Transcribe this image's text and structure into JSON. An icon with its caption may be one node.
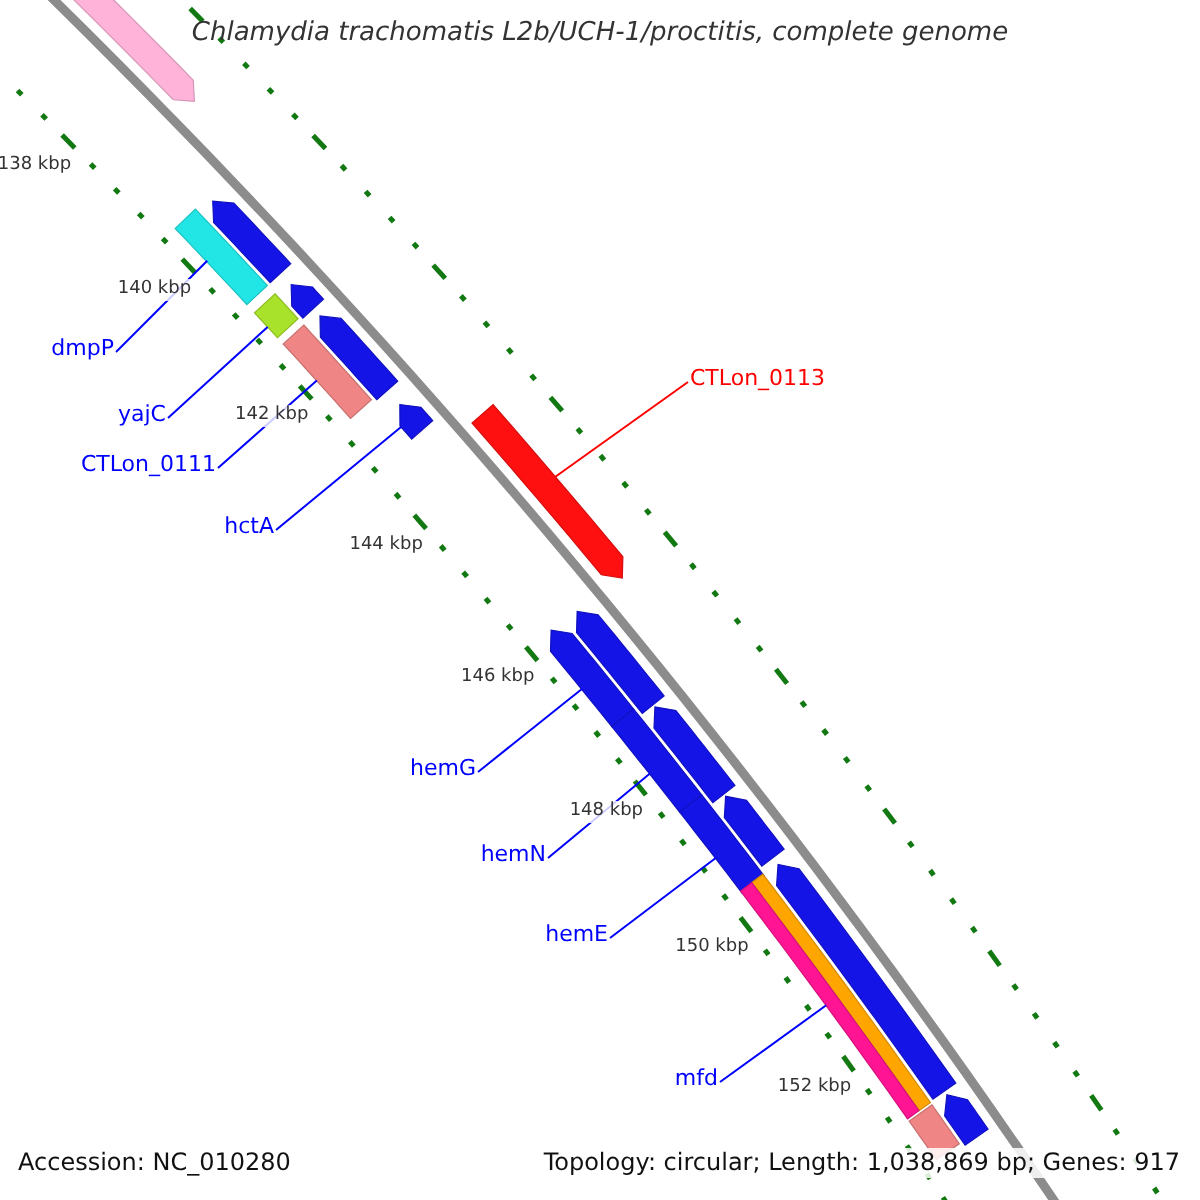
{
  "diagram": {
    "title": "Chlamydia trachomatis L2b/UCH-1/proctitis, complete genome",
    "nodes": [
      {
        "text": [
          "dmpP"
        ]
      },
      {
        "text": [
          "CTLon_0113"
        ]
      },
      {
        "text": [
          "yajC"
        ]
      },
      {
        "text": [
          "CTLon_0111"
        ]
      },
      {
        "text": [
          "hctA"
        ]
      },
      {
        "text": [
          "hemG"
        ]
      },
      {
        "text": [
          "hemN"
        ]
      },
      {
        "text": [
          "hemE"
        ]
      },
      {
        "text": [
          "mfd"
        ]
      },
      {
        "text": [],
        "shape": "bar"
      },
      {
        "text": [],
        "shape": "bar"
      },
      {
        "text": [],
        "shape": "bar"
      },
      {
        "text": [],
        "shape": "bar"
      },
      {
        "text": [],
        "shape": "bar"
      },
      {
        "text": [],
        "shape": "bar"
      },
      {
        "text": [],
        "shape": "bar"
      },
      {
        "text": [],
        "shape": "bar"
      },
      {
        "text": [],
        "shape": "bar"
      },
      {
        "text": [],
        "shape": "bar"
      },
      {
        "text": [],
        "shape": "bar"
      },
      {
        "text": [],
        "shape": "bar"
      },
      {
        "text": [],
        "shape": "bar"
      },
      {
        "text": [],
        "shape": "bar"
      },
      {
        "text": [],
        "shape": "bar"
      },
      {
        "text": [],
        "shape": "bar"
      },
      {
        "text": [],
        "shape": "bar"
      },
      {
        "text": [],
        "shape": "bar"
      },
      {
        "text": [],
        "shape": "bar"
      },
      {
        "text": [],
        "shape": "bar"
      }
    ],
    "edges": [
      {
        "from": 0,
        "to": 11,
        "arrow": "none"
      },
      {
        "from": 1,
        "to": 17,
        "arrow": "none",
        "color": "#ff0000"
      },
      {
        "from": 2,
        "to": 13,
        "arrow": "none"
      },
      {
        "from": 3,
        "to": 15,
        "arrow": "none"
      },
      {
        "from": 4,
        "to": 16,
        "arrow": "none"
      },
      {
        "from": 5,
        "to": 19,
        "arrow": "none"
      },
      {
        "from": 6,
        "to": 21,
        "arrow": "none"
      },
      {
        "from": 7,
        "to": 23,
        "arrow": "none"
      },
      {
        "from": 8,
        "to": 26,
        "arrow": "none"
      }
    ],
    "labels": [
      "138 kbp",
      "140 kbp",
      "142 kbp",
      "144 kbp",
      "146 kbp",
      "148 kbp",
      "150 kbp",
      "152 kbp",
      "Accession: NC_010280",
      "Topology: circular; Length: 1,038,869 bp; Genes: 917"
    ]
  }
}
